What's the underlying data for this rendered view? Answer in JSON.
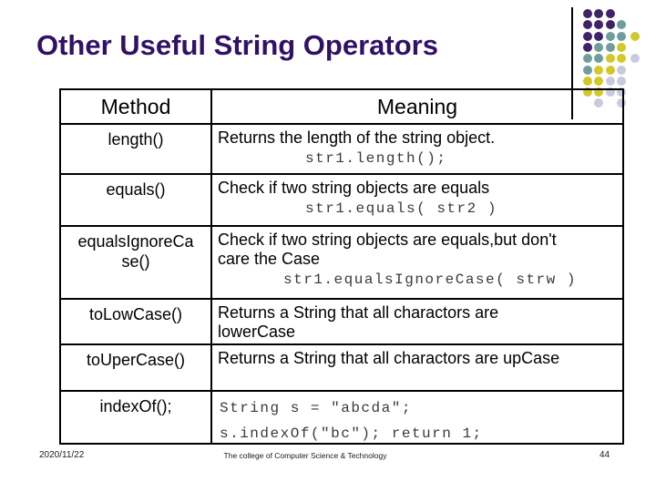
{
  "slide": {
    "title": "Other Useful String Operators",
    "footer": {
      "date": "2020/11/22",
      "center": "The college of Computer Science & Technology",
      "page": "44"
    }
  },
  "table": {
    "headers": {
      "method": "Method",
      "meaning": "Meaning"
    },
    "rows": [
      {
        "method": "length()",
        "text": "Returns the length of the string object.",
        "code": [
          "str1.length();"
        ]
      },
      {
        "method": "equals()",
        "text": "Check if two string objects are equals",
        "code": [
          "str1.equals( str2 )"
        ]
      },
      {
        "method": "equalsIgnoreCa\nse()",
        "text": "Check if two string objects are equals,but don't\ncare the Case",
        "code": [
          "str1.equalsIgnoreCase( strw )"
        ]
      },
      {
        "method": "toLowCase()",
        "text": "Returns a String that all charactors are\nlowerCase",
        "code": []
      },
      {
        "method": "toUperCase()",
        "text": "Returns a String that all charactors are upCase",
        "code": []
      },
      {
        "method": "indexOf();",
        "text": "",
        "code": [
          "String s = \"abcda\";",
          "s.indexOf(\"bc\"); return 1;"
        ]
      }
    ]
  },
  "decoration": {
    "title_color": "#311166",
    "colors": {
      "P": "#402366",
      "T": "#6f9d9c",
      "Y": "#d3c829",
      "L": "#c8cade"
    },
    "cols": [
      640,
      652,
      665,
      677,
      692
    ],
    "rowTops": [
      10,
      22,
      35,
      47,
      59,
      72,
      84,
      96,
      108
    ],
    "pattern": [
      [
        [
          0,
          "P"
        ],
        [
          1,
          "P"
        ],
        [
          2,
          "P"
        ]
      ],
      [
        [
          0,
          "P"
        ],
        [
          1,
          "P"
        ],
        [
          2,
          "P"
        ],
        [
          3,
          "T"
        ]
      ],
      [
        [
          0,
          "P"
        ],
        [
          1,
          "P"
        ],
        [
          2,
          "T"
        ],
        [
          3,
          "T"
        ],
        [
          4,
          "Y"
        ]
      ],
      [
        [
          0,
          "P"
        ],
        [
          1,
          "T"
        ],
        [
          2,
          "T"
        ],
        [
          3,
          "Y"
        ]
      ],
      [
        [
          0,
          "T"
        ],
        [
          1,
          "T"
        ],
        [
          2,
          "Y"
        ],
        [
          3,
          "Y"
        ],
        [
          4,
          "L"
        ]
      ],
      [
        [
          0,
          "T"
        ],
        [
          1,
          "Y"
        ],
        [
          2,
          "Y"
        ],
        [
          3,
          "L"
        ]
      ],
      [
        [
          0,
          "Y"
        ],
        [
          1,
          "Y"
        ],
        [
          2,
          "L"
        ],
        [
          3,
          "L"
        ]
      ],
      [
        [
          0,
          "Y"
        ],
        [
          1,
          "Y"
        ],
        [
          2,
          "L"
        ],
        [
          3,
          "L"
        ]
      ],
      [
        [
          1,
          "L"
        ],
        [
          3,
          "L"
        ]
      ]
    ]
  }
}
